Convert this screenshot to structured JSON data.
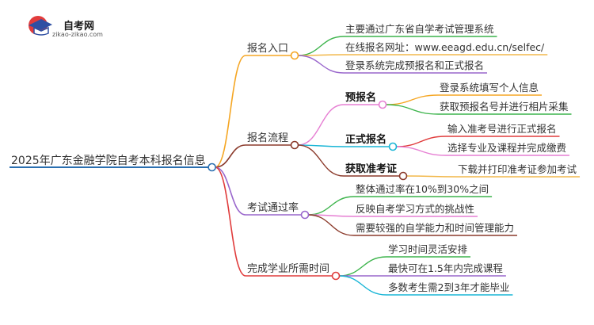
{
  "logo": {
    "name": "自考网",
    "url": "zikao-zikao.com"
  },
  "root": "2025年广东金融学院自考本科报名信息",
  "branches": [
    {
      "label": "报名入口",
      "color": "#f5a623",
      "children": [
        {
          "label": "主要通过广东省自学考试管理系统",
          "color": "#3cb44b"
        },
        {
          "label": "在线报名网址：www.eeagd.edu.cn/selfec/",
          "color": "#f2b84b"
        },
        {
          "label": "登录系统完成预报名和正式报名",
          "color": "#9966cc"
        }
      ]
    },
    {
      "label": "报名流程",
      "color": "#8b3a2b",
      "children": [
        {
          "label": "预报名",
          "color": "#e67fd3",
          "bold": true,
          "children": [
            {
              "label": "登录系统填写个人信息",
              "color": "#f5a623"
            },
            {
              "label": "获取预报名号并进行相片采集",
              "color": "#3cb44b"
            }
          ]
        },
        {
          "label": "正式报名",
          "color": "#18b5d6",
          "bold": true,
          "children": [
            {
              "label": "输入准考号进行正式报名",
              "color": "#e03c3c"
            },
            {
              "label": "选择专业及课程并完成缴费",
              "color": "#e67fd3"
            }
          ]
        },
        {
          "label": "获取准考证",
          "color": "#8b3a2b",
          "bold": true,
          "children": [
            {
              "label": "下载并打印准考证参加考试",
              "color": "#f2b84b"
            }
          ]
        }
      ]
    },
    {
      "label": "考试通过率",
      "color": "#9966cc",
      "children": [
        {
          "label": "整体通过率在10%到30%之间",
          "color": "#3cb44b"
        },
        {
          "label": "反映自考学习方式的挑战性",
          "color": "#e67fd3"
        },
        {
          "label": "需要较强的自学能力和时间管理能力",
          "color": "#8b3a2b"
        }
      ]
    },
    {
      "label": "完成学业所需时间",
      "color": "#e03c3c",
      "children": [
        {
          "label": "学习时间灵活安排",
          "color": "#3cb44b"
        },
        {
          "label": "最快可在1.5年内完成课程",
          "color": "#9966cc"
        },
        {
          "label": "多数考生需2到3年才能毕业",
          "color": "#18b5d6"
        }
      ]
    }
  ]
}
